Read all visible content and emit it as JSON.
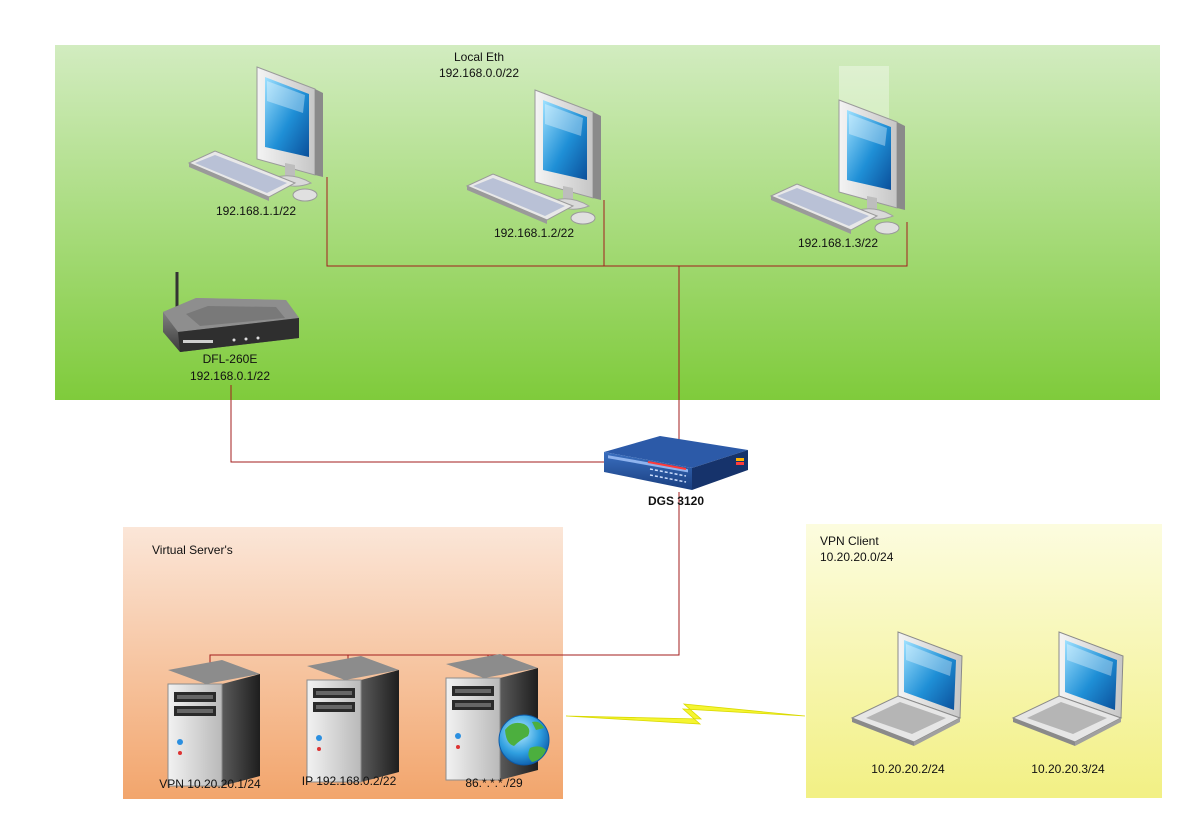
{
  "zones": {
    "local": {
      "title": "Local Eth",
      "subnet": "192.168.0.0/22"
    },
    "virtual": {
      "title": "Virtual Server's"
    },
    "vpn": {
      "title": "VPN Client",
      "subnet": "10.20.20.0/24"
    }
  },
  "devices": {
    "pc1": {
      "label": "192.168.1.1/22"
    },
    "pc2": {
      "label": "192.168.1.2/22"
    },
    "pc3": {
      "label": "192.168.1.3/22"
    },
    "router": {
      "name": "DFL-260E",
      "ip": "192.168.0.1/22"
    },
    "switch": {
      "name": "DGS 3120"
    },
    "server1": {
      "label": "VPN 10.20.20.1/24"
    },
    "server2": {
      "label": "IP 192.168.0.2/22"
    },
    "server3": {
      "label": "86.*.*.*./29"
    },
    "laptop1": {
      "label": "10.20.20.2/24"
    },
    "laptop2": {
      "label": "10.20.20.3/24"
    }
  },
  "colors": {
    "link": "#a31d1d",
    "local_zone_top": "#d2ecc0",
    "local_zone_bottom": "#7fcb3b",
    "virtual_zone_top": "#fbe6d8",
    "virtual_zone_bottom": "#f2a56c",
    "vpn_zone_top": "#fbfbd8",
    "vpn_zone_bottom": "#f2f084",
    "vpn_tunnel": "#f5f530"
  }
}
